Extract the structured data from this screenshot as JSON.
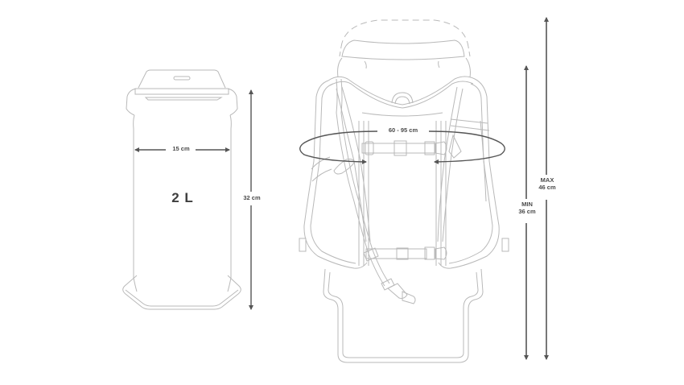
{
  "reservoir": {
    "capacity_label": "2 L",
    "width_label": "15 cm",
    "height_label": "32 cm"
  },
  "backpack": {
    "waist_label": "60 - 95 cm",
    "torso_min": {
      "title": "MIN",
      "value": "36 cm"
    },
    "torso_max": {
      "title": "MAX",
      "value": "46 cm"
    }
  },
  "colors": {
    "outline": "#b8b8b8",
    "dimension": "#555555",
    "text": "#4a4a4a",
    "background": "#ffffff"
  }
}
